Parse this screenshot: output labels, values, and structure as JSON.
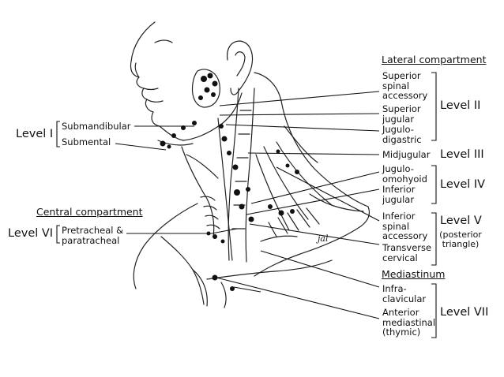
{
  "headers": {
    "lateral": "Lateral compartment",
    "central": "Central compartment",
    "mediastinum": "Mediastinum"
  },
  "levels": {
    "I": "Level I",
    "II": "Level II",
    "III": "Level III",
    "IV": "Level IV",
    "V": "Level V",
    "V_sub": "(posterior\ntriangle)",
    "VI": "Level VI",
    "VII": "Level VII"
  },
  "nodes": {
    "submandibular": "Submandibular",
    "submental": "Submental",
    "pretracheal": "Pretracheal &\nparatracheal",
    "superior_spinal_accessory": "Superior\nspinal\naccessory",
    "superior_jugular": "Superior\njugular",
    "jugulodigastric": "Jugulo-\ndigastric",
    "midjugular": "Midjugular",
    "juguloomohyoid": "Jugulo-\nomohyoid",
    "inferior_jugular": "Inferior\njugular",
    "inferior_spinal_accessory": "Inferior\nspinal\naccessory",
    "transverse_cervical": "Transverse\ncervical",
    "infraclavicular": "Infra-\nclavicular",
    "anterior_mediastinal": "Anterior\nmediastinal\n(thymic)"
  },
  "signature": "jal"
}
